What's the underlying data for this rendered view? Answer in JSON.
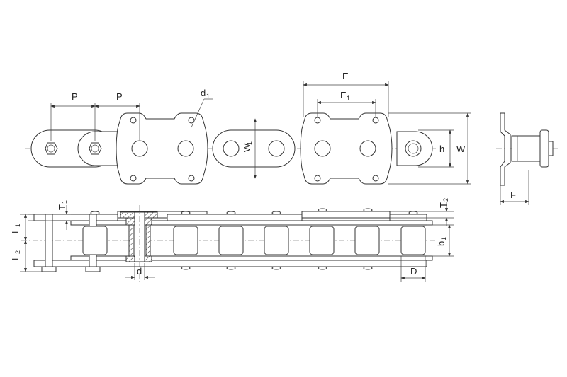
{
  "labels": {
    "pitch_1": "P",
    "pitch_2": "P",
    "attachment_hole": "d",
    "attachment_hole_sub": "1",
    "attachment_span": "E",
    "hole_span": "E",
    "hole_span_sub": "1",
    "inner_width": "W",
    "inner_width_sub": "1",
    "hole_height": "h",
    "overall_width": "W",
    "side_offset": "F",
    "plate_thickness": "T",
    "plate_thickness_sub": "1",
    "attachment_thickness": "T",
    "attachment_thickness_sub": "2",
    "upper_length": "L",
    "upper_length_sub": "1",
    "lower_length": "L",
    "lower_length_sub": "2",
    "pin_diameter": "d",
    "inner_width_b": "b",
    "inner_width_b_sub": "1",
    "roller_diameter": "D"
  }
}
